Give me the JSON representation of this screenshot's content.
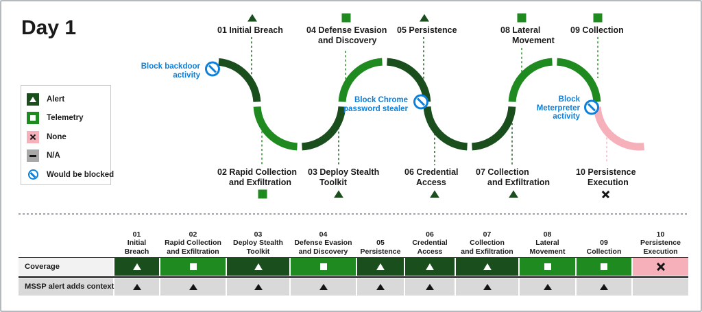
{
  "title": "Day 1",
  "colors": {
    "alert": "#1a4e1d",
    "telemetry": "#1f8a1f",
    "none": "#f6b0ba",
    "na": "#a8a8a8",
    "blocked_blue": "#0e80da",
    "text": "#1a1a1a",
    "mssp_cell": "#d9d9d9",
    "coverage_label_bg": "#f2f2f2",
    "table_divider": "#141414",
    "dashed_separator": "#9aa2ab"
  },
  "legend": {
    "items": [
      {
        "type": "alert",
        "icon": "triangle-in-dark-green-square-icon",
        "label": "Alert"
      },
      {
        "type": "telemetry",
        "icon": "square-in-green-square-icon",
        "label": "Telemetry"
      },
      {
        "type": "none",
        "icon": "x-in-pink-square-icon",
        "label": "None"
      },
      {
        "type": "na",
        "icon": "dash-in-gray-square-icon",
        "label": "N/A"
      },
      {
        "type": "blocked",
        "icon": "prohibition-icon",
        "label": "Would be blocked"
      }
    ]
  },
  "stages": [
    {
      "num": "01",
      "name": "Initial Breach",
      "label_lines": [
        "01 Initial Breach"
      ],
      "header_lines": [
        "01",
        "Initial",
        "Breach"
      ],
      "coverage": "alert",
      "mssp": "alert"
    },
    {
      "num": "02",
      "name": "Rapid Collection and Exfiltration",
      "label_lines": [
        "02 Rapid Collection",
        "and Exfiltration"
      ],
      "header_lines": [
        "02",
        "Rapid Collection",
        "and Exfiltration"
      ],
      "coverage": "telemetry",
      "mssp": "alert"
    },
    {
      "num": "03",
      "name": "Deploy Stealth Toolkit",
      "label_lines": [
        "03 Deploy Stealth",
        "Toolkit"
      ],
      "header_lines": [
        "03",
        "Deploy Stealth",
        "Toolkit"
      ],
      "coverage": "alert",
      "mssp": "alert"
    },
    {
      "num": "04",
      "name": "Defense Evasion and Discovery",
      "label_lines": [
        "04 Defense Evasion",
        "and Discovery"
      ],
      "header_lines": [
        "04",
        "Defense Evasion",
        "and Discovery"
      ],
      "coverage": "telemetry",
      "mssp": "alert"
    },
    {
      "num": "05",
      "name": "Persistence",
      "label_lines": [
        "05 Persistence"
      ],
      "header_lines": [
        "05",
        "Persistence"
      ],
      "coverage": "alert",
      "mssp": "alert"
    },
    {
      "num": "06",
      "name": "Credential Access",
      "label_lines": [
        "06 Credential",
        "Access"
      ],
      "header_lines": [
        "06",
        "Credential",
        "Access"
      ],
      "coverage": "alert",
      "mssp": "alert"
    },
    {
      "num": "07",
      "name": "Collection and Exfiltration",
      "label_lines": [
        "07 Collection",
        "and Exfiltration"
      ],
      "header_lines": [
        "07",
        "Collection",
        "and Exfiltration"
      ],
      "coverage": "alert",
      "mssp": "alert"
    },
    {
      "num": "08",
      "name": "Lateral Movement",
      "label_lines": [
        "08 Lateral",
        "Movement"
      ],
      "header_lines": [
        "08",
        "Lateral",
        "Movement"
      ],
      "coverage": "telemetry",
      "mssp": "alert"
    },
    {
      "num": "09",
      "name": "Collection",
      "label_lines": [
        "09 Collection"
      ],
      "header_lines": [
        "09",
        "Collection"
      ],
      "coverage": "telemetry",
      "mssp": "alert"
    },
    {
      "num": "10",
      "name": "Persistence Execution",
      "label_lines": [
        "10 Persistence",
        "Execution"
      ],
      "header_lines": [
        "10",
        "Persistence",
        "Execution"
      ],
      "coverage": "none",
      "mssp": ""
    }
  ],
  "annotations": [
    {
      "id": "block-backdoor",
      "lines": [
        "Block backdoor",
        "activity"
      ]
    },
    {
      "id": "block-chrome",
      "lines": [
        "Block Chrome",
        "password stealer"
      ]
    },
    {
      "id": "block-meterpreter",
      "lines": [
        "Block",
        "Meterpreter",
        "activity"
      ]
    }
  ],
  "table": {
    "row_labels": [
      "Coverage",
      "MSSP alert adds context"
    ]
  }
}
